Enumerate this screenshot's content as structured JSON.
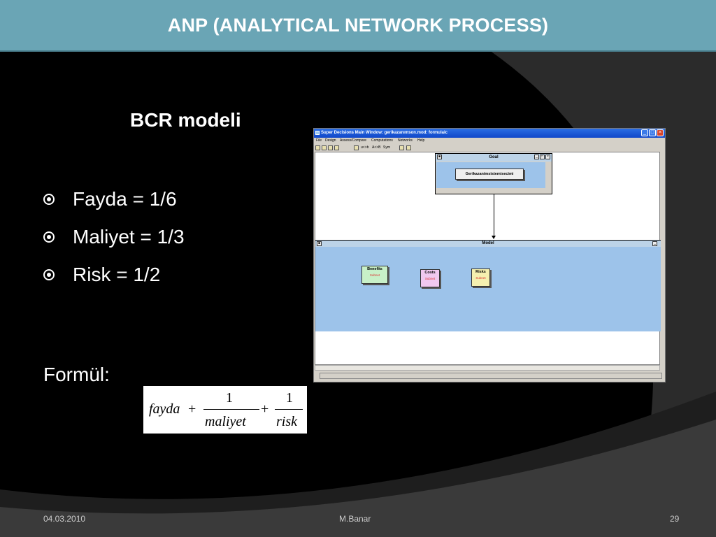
{
  "slide": {
    "title": "ANP (ANALYTICAL NETWORK PROCESS)",
    "subtitle": "BCR modeli",
    "bullets": [
      "Fayda = 1/6",
      "Maliyet = 1/3",
      "Risk = 1/2"
    ],
    "formula_label": "Formül:",
    "formula": {
      "term1": "fayda",
      "plus1": "+",
      "num1": "1",
      "den1": "maliyet",
      "plus2": "+",
      "num2": "1",
      "den2": "risk"
    },
    "footer": {
      "date": "04.03.2010",
      "author": "M.Banar",
      "page": "29"
    },
    "colors": {
      "title_bar": "#6aa5b5",
      "background": "#000000",
      "text": "#ffffff"
    }
  },
  "app": {
    "title": "Super Decisions Main Window: gerikazanımson.mod: formulaic",
    "menu": [
      "File",
      "Design",
      "Assess/Compare",
      "Computations",
      "Networks",
      "Help"
    ],
    "toolbar_text": {
      "t1": "u<>b",
      "t2": "A<>B",
      "t3": "Sym"
    },
    "goal_window": {
      "title": "Goal",
      "node": "Gerikazanimsistemisecimi"
    },
    "model_window": {
      "title": "Model"
    },
    "clusters": [
      {
        "name": "Benefits",
        "sub": "Subnet",
        "color": "#c8f0c8"
      },
      {
        "name": "Costs",
        "sub": "Subnet",
        "color": "#f0c8f0"
      },
      {
        "name": "Risks",
        "sub": "Subnet",
        "color": "#f5f0b0"
      }
    ]
  }
}
